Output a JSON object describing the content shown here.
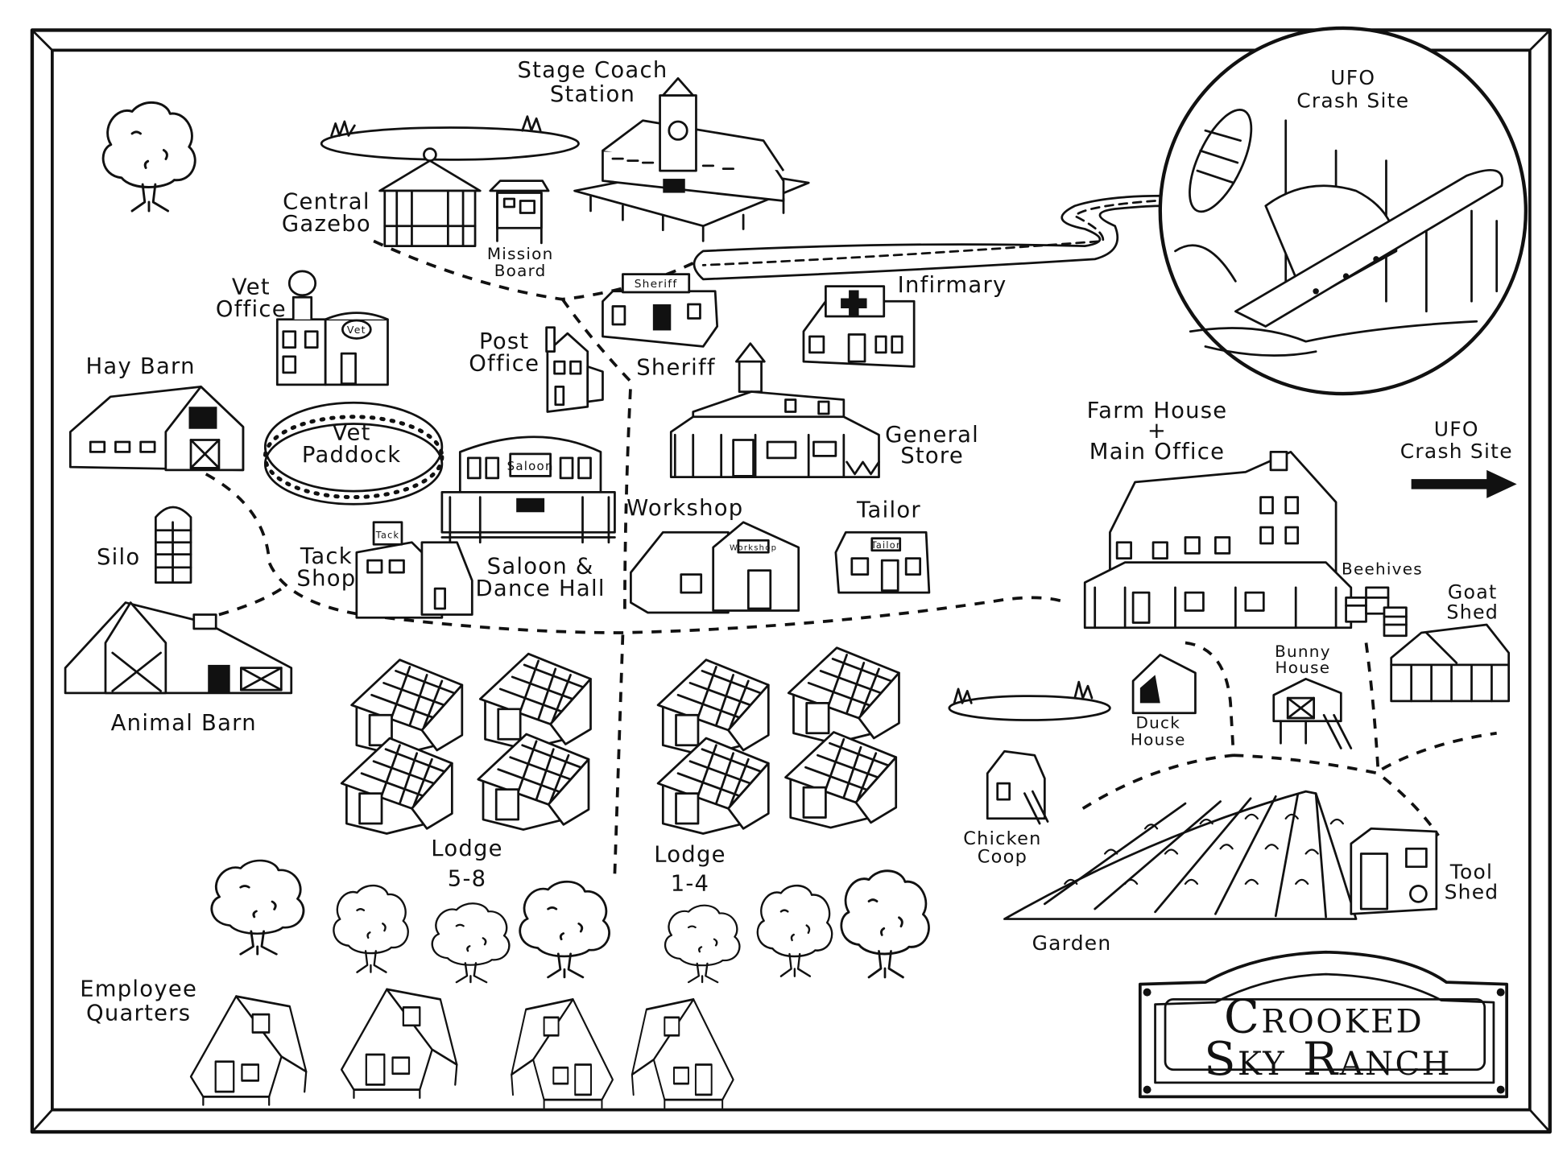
{
  "map": {
    "title_line1": "Crooked",
    "title_line2": "Sky Ranch",
    "locations": {
      "stage_coach": [
        "Stage Coach",
        "Station"
      ],
      "gazebo": [
        "Central",
        "Gazebo"
      ],
      "mission_board": [
        "Mission",
        "Board"
      ],
      "vet_office": [
        "Vet",
        "Office"
      ],
      "hay_barn": "Hay Barn",
      "vet_paddock": [
        "Vet",
        "Paddock"
      ],
      "post_office": [
        "Post",
        "Office"
      ],
      "sheriff": "Sheriff",
      "infirmary": "Infirmary",
      "general_store": [
        "General",
        "Store"
      ],
      "ufo_crash_site_inset": [
        "UFO",
        "Crash Site"
      ],
      "ufo_crash_site_arrow": [
        "UFO",
        "Crash Site"
      ],
      "farm_house": [
        "Farm House",
        "+",
        "Main Office"
      ],
      "workshop": "Workshop",
      "tailor": "Tailor",
      "silo": "Silo",
      "tack_shop": [
        "Tack",
        "Shop"
      ],
      "saloon": [
        "Saloon &",
        "Dance Hall"
      ],
      "beehives": "Beehives",
      "goat_shed": [
        "Goat",
        "Shed"
      ],
      "bunny_house": [
        "Bunny",
        "House"
      ],
      "duck_house": [
        "Duck",
        "House"
      ],
      "animal_barn": "Animal Barn",
      "lodge_5_8": [
        "Lodge",
        "5-8"
      ],
      "lodge_1_4": [
        "Lodge",
        "1-4"
      ],
      "chicken_coop": [
        "Chicken",
        "Coop"
      ],
      "tool_shed": [
        "Tool",
        "Shed"
      ],
      "garden": "Garden",
      "employee_quarters": [
        "Employee",
        "Quarters"
      ]
    },
    "signs": {
      "sheriff_sign": "Sheriff",
      "saloon_sign": "Saloon",
      "vet_sign": "Vet",
      "tack_sign": "Tack",
      "workshop_sign": "Workshop",
      "tailor_sign": "Tailor"
    }
  }
}
